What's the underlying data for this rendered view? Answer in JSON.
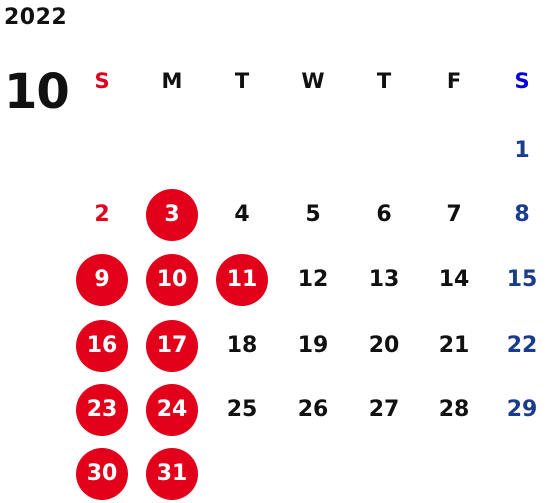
{
  "calendar": {
    "year": "2022",
    "month": "10",
    "weekdays": [
      "S",
      "M",
      "T",
      "W",
      "T",
      "F",
      "S"
    ],
    "first_weekday_index": 6,
    "days_in_month": 31,
    "marked_days": [
      3,
      9,
      10,
      11,
      16,
      17,
      23,
      24,
      30,
      31
    ]
  },
  "colors": {
    "text": "#111111",
    "sunday": "#e2001a",
    "saturday": "#1a3c8c",
    "saturday_header": "#0000dd",
    "mark_fill": "#e2001a",
    "mark_text": "#ffffff"
  }
}
